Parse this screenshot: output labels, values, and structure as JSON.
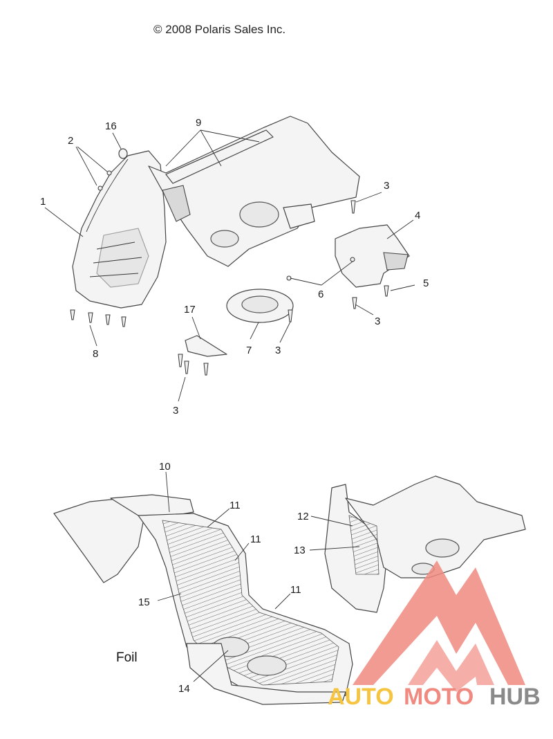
{
  "copyright": "© 2008 Polaris Sales Inc.",
  "foil_label": "Foil",
  "callouts": {
    "c1": "1",
    "c2": "2",
    "c3a": "3",
    "c3b": "3",
    "c3c": "3",
    "c3d": "3",
    "c4": "4",
    "c5": "5",
    "c6": "6",
    "c7": "7",
    "c8": "8",
    "c9": "9",
    "c10": "10",
    "c11a": "11",
    "c11b": "11",
    "c11c": "11",
    "c12": "12",
    "c13": "13",
    "c14": "14",
    "c15": "15",
    "c16": "16",
    "c17": "17"
  },
  "watermark": {
    "part1": "AUTO",
    "part2": "MOTO",
    "part3": "HUB",
    "colors": {
      "auto": "#f5c542",
      "moto": "#f08a80",
      "hub": "#8a8a8a",
      "logo": "#f08a80"
    }
  }
}
